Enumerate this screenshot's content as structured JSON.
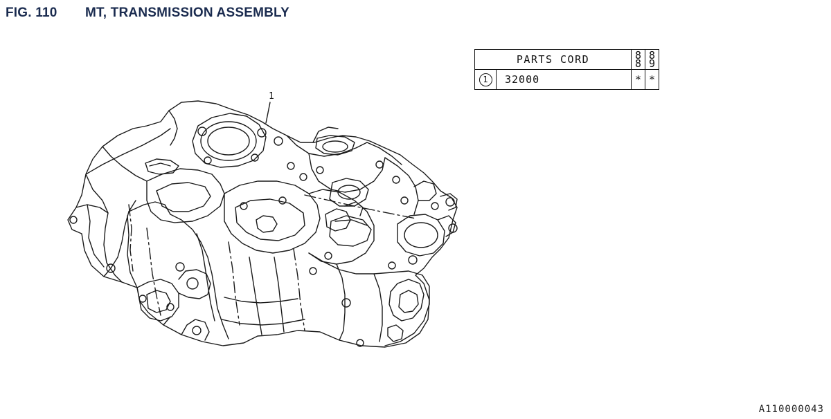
{
  "header": {
    "fig_number": "FIG. 110",
    "title": "MT, TRANSMISSION ASSEMBLY"
  },
  "callout_label": "1",
  "parts_table": {
    "header_label": "PARTS CORD",
    "year_columns": [
      {
        "top": "8",
        "bottom": "8"
      },
      {
        "top": "8",
        "bottom": "9"
      }
    ],
    "rows": [
      {
        "ref": "1",
        "code": "32000",
        "marks": [
          "*",
          "*"
        ]
      }
    ]
  },
  "catalog_id": "A110000043",
  "colors": {
    "header_text": "#1a2b4f",
    "line_art": "#1a1a1a"
  }
}
